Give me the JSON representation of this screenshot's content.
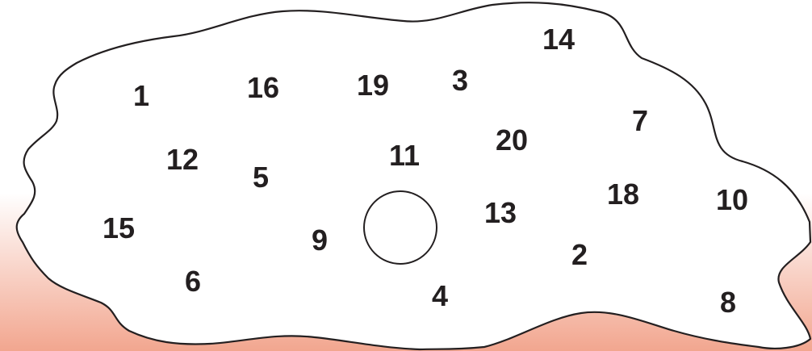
{
  "diagram": {
    "colors": {
      "background_gradient_top": "#ffffff",
      "background_gradient_bottom": "#f2a68f",
      "blob_fill": "#ffffff",
      "outline": "#231f20",
      "text": "#231f20"
    },
    "numbers": [
      {
        "id": "n1",
        "label": "1"
      },
      {
        "id": "n2",
        "label": "2"
      },
      {
        "id": "n3",
        "label": "3"
      },
      {
        "id": "n4",
        "label": "4"
      },
      {
        "id": "n5",
        "label": "5"
      },
      {
        "id": "n6",
        "label": "6"
      },
      {
        "id": "n7",
        "label": "7"
      },
      {
        "id": "n8",
        "label": "8"
      },
      {
        "id": "n9",
        "label": "9"
      },
      {
        "id": "n10",
        "label": "10"
      },
      {
        "id": "n11",
        "label": "11"
      },
      {
        "id": "n12",
        "label": "12"
      },
      {
        "id": "n13",
        "label": "13"
      },
      {
        "id": "n14",
        "label": "14"
      },
      {
        "id": "n15",
        "label": "15"
      },
      {
        "id": "n16",
        "label": "16"
      },
      {
        "id": "n18",
        "label": "18"
      },
      {
        "id": "n19",
        "label": "19"
      },
      {
        "id": "n20",
        "label": "20"
      }
    ]
  }
}
